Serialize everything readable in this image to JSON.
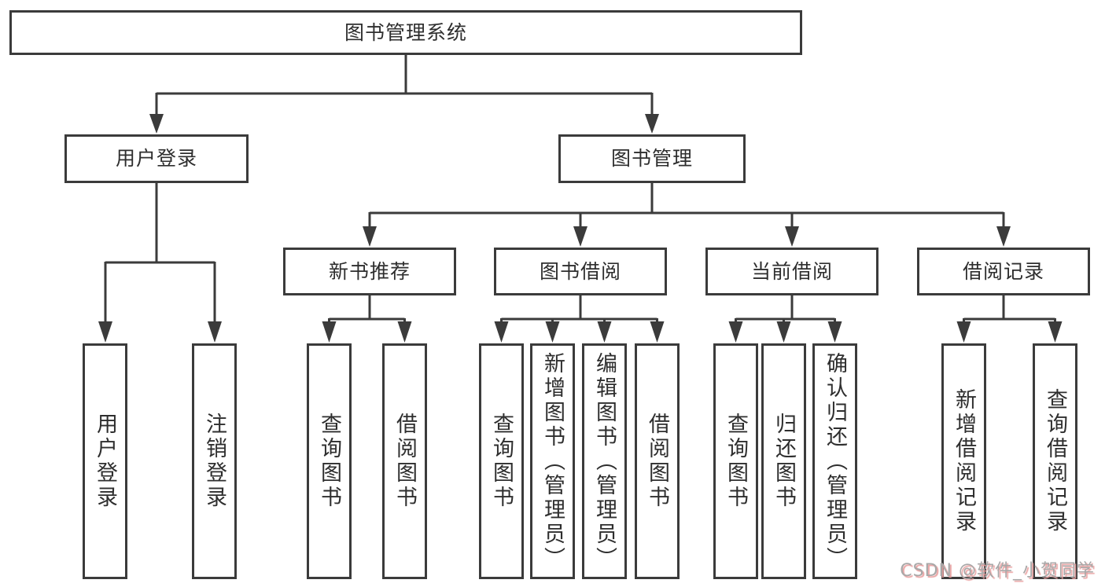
{
  "colors": {
    "line": "#3b3b3b",
    "box_border": "#3b3b3b",
    "text": "#2e2e2e",
    "background": "#ffffff",
    "watermark_text": "#a8a8a8",
    "watermark_shadow": "#e9a0a0"
  },
  "watermark": "CSDN @软件_小贺同学",
  "diagram": {
    "root": {
      "label": "图书管理系统"
    },
    "branches": [
      {
        "label": "用户登录",
        "children": [
          {
            "label": "用户登录"
          },
          {
            "label": "注销登录"
          }
        ]
      },
      {
        "label": "图书管理",
        "children": [
          {
            "label": "新书推荐",
            "children": [
              {
                "label": "查询图书"
              },
              {
                "label": "借阅图书"
              }
            ]
          },
          {
            "label": "图书借阅",
            "children": [
              {
                "label": "查询图书"
              },
              {
                "label": "新增图书（管理员）"
              },
              {
                "label": "编辑图书（管理员）"
              },
              {
                "label": "借阅图书"
              }
            ]
          },
          {
            "label": "当前借阅",
            "children": [
              {
                "label": "查询图书"
              },
              {
                "label": "归还图书"
              },
              {
                "label": "确认归还（管理员）"
              }
            ]
          },
          {
            "label": "借阅记录",
            "children": [
              {
                "label": "新增借阅记录"
              },
              {
                "label": "查询借阅记录"
              }
            ]
          }
        ]
      }
    ]
  }
}
